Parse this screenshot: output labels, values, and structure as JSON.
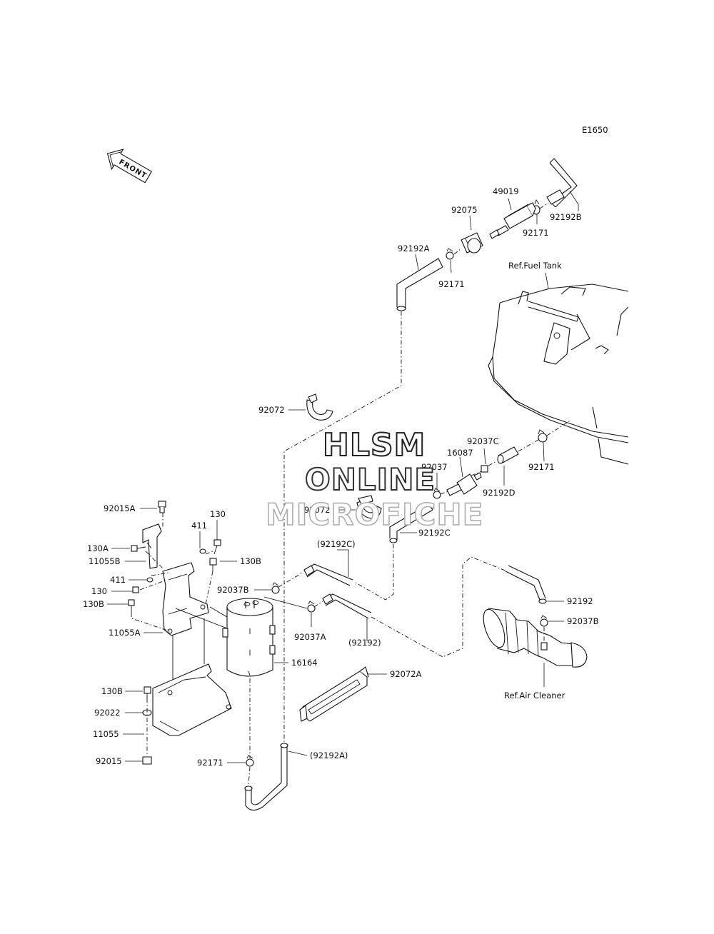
{
  "diagram_code": "E1650",
  "front_arrow_label": "FRONT",
  "watermark": {
    "line1": "HLSM",
    "line2": "ONLINE",
    "line3": "MICROFICHE"
  },
  "references": {
    "fuel_tank": "Ref.Fuel Tank",
    "air_cleaner": "Ref.Air Cleaner"
  },
  "parts": {
    "p49019": "49019",
    "p92075": "92075",
    "p92192B": "92192B",
    "p92171_a": "92171",
    "p92192A": "92192A",
    "p92171_b": "92171",
    "p92072_a": "92072",
    "p92037C": "92037C",
    "p16087": "16087",
    "p92037": "92037",
    "p92171_c": "92171",
    "p92192D": "92192D",
    "p92072_b": "92072",
    "p92192C": "92192C",
    "p92192C_ref": "(92192C)",
    "p92192": "92192",
    "p92037B_a": "92037B",
    "p92037B_b": "92037B",
    "p92037A": "92037A",
    "p92192_ref": "(92192)",
    "p16164": "16164",
    "p92072A": "92072A",
    "p92171_d": "92171",
    "p92192A_ref": "(92192A)",
    "p92015A": "92015A",
    "p130_a": "130",
    "p411_a": "411",
    "p130A": "130A",
    "p11055B": "11055B",
    "p130B_a": "130B",
    "p411_b": "411",
    "p130_b": "130",
    "p130B_b": "130B",
    "p11055A": "11055A",
    "p130B_c": "130B",
    "p92022": "92022",
    "p11055": "11055",
    "p92015": "92015"
  }
}
